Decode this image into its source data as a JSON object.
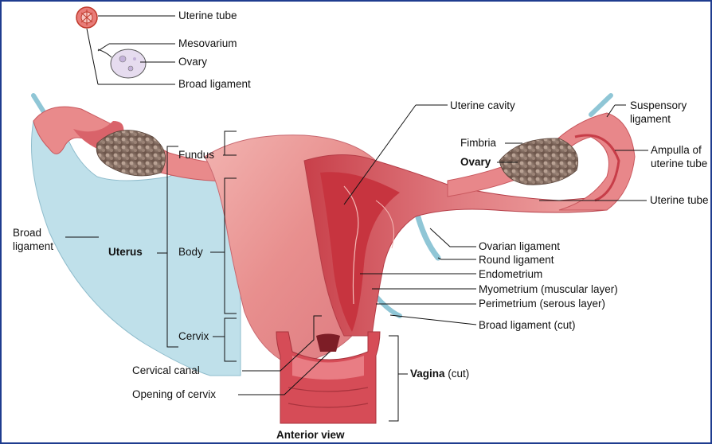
{
  "labels": {
    "inset_uterine_tube": "Uterine tube",
    "inset_mesovarium": "Mesovarium",
    "inset_ovary": "Ovary",
    "inset_broad_ligament": "Broad ligament",
    "uterine_cavity": "Uterine cavity",
    "suspensory_ligament_1": "Suspensory",
    "suspensory_ligament_2": "ligament",
    "fimbria": "Fimbria",
    "ovary": "Ovary",
    "ampulla_1": "Ampulla of",
    "ampulla_2": "uterine tube",
    "uterine_tube": "Uterine tube",
    "fundus": "Fundus",
    "broad_ligament_1": "Broad",
    "broad_ligament_2": "ligament",
    "uterus": "Uterus",
    "body": "Body",
    "ovarian_ligament": "Ovarian ligament",
    "round_ligament": "Round ligament",
    "endometrium": "Endometrium",
    "myometrium": "Myometrium (muscular layer)",
    "perimetrium": "Perimetrium (serous layer)",
    "broad_ligament_cut": "Broad ligament (cut)",
    "cervix": "Cervix",
    "cervical_canal": "Cervical canal",
    "vagina": "Vagina",
    "vagina_suffix": " (cut)",
    "opening_of_cervix": "Opening of cervix"
  },
  "caption": "Anterior view",
  "colors": {
    "frame": "#1f3c8f",
    "broad_ligament": "#bfe0ea",
    "uterus": "#e68a8a",
    "muscle": "#d9525a",
    "ovary": "#8b7266",
    "lines": "#111111"
  }
}
